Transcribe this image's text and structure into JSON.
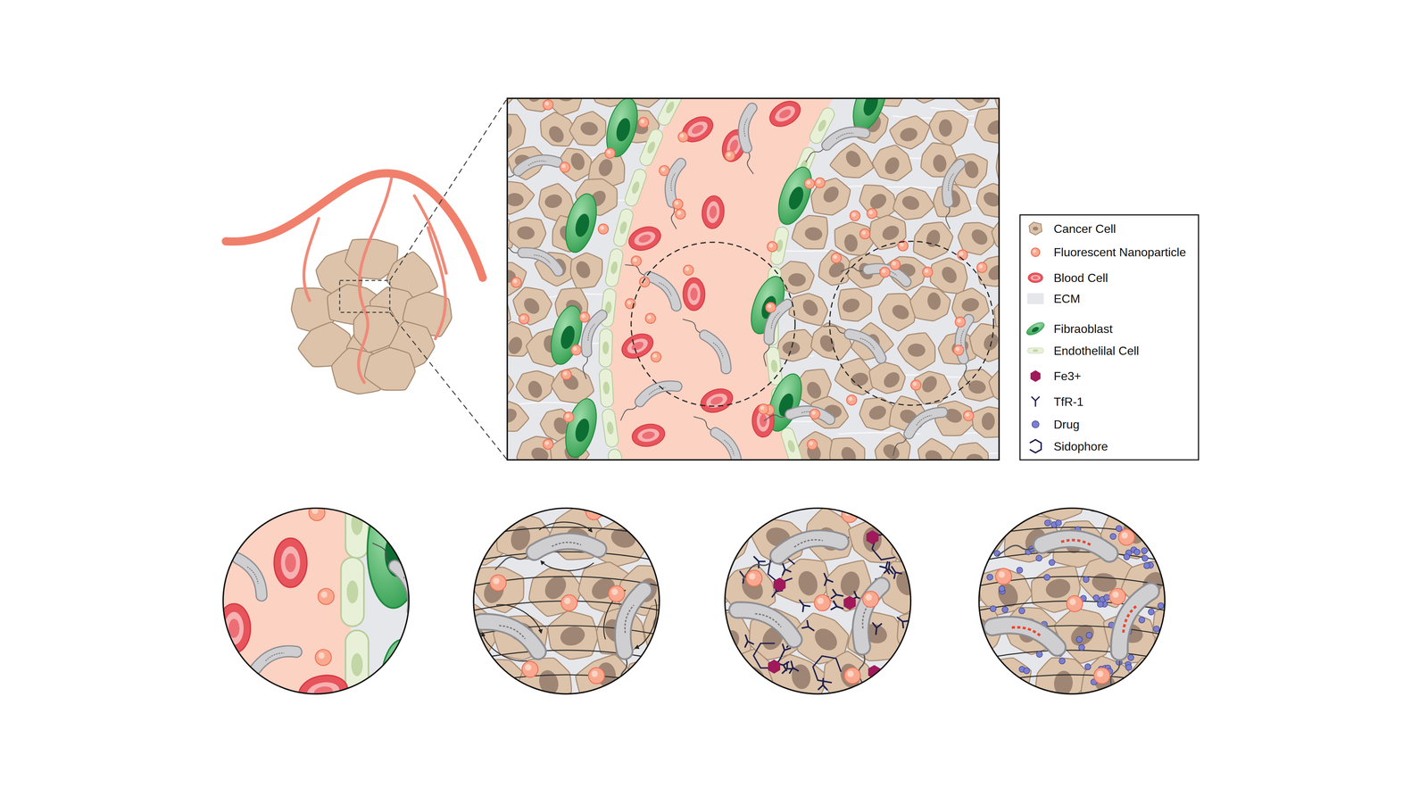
{
  "diagram": {
    "legend": [
      {
        "text": "Cancer Cell"
      },
      {
        "text": "Fluorescent Nanoparticle"
      },
      {
        "text": "Blood Cell"
      },
      {
        "text": "ECM"
      },
      {
        "text": "Fibraoblast"
      },
      {
        "text": "Endothelilal Cell"
      },
      {
        "text": "Fe3+"
      },
      {
        "text": "TfR-1"
      },
      {
        "text": "Drug"
      },
      {
        "text": "Sidophore"
      }
    ]
  }
}
